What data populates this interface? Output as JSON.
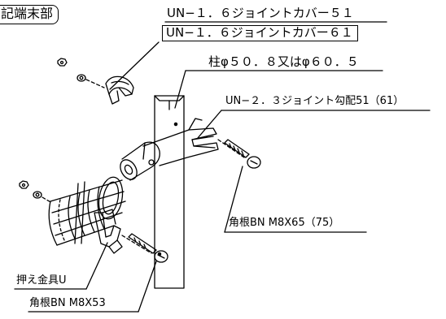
{
  "title": "記端末部",
  "labels": {
    "cover51": "UN−１．６ジョイントカバー５１",
    "cover61": "UN−１．６ジョイントカバー６１",
    "post": "柱φ５０．８又はφ６０．５",
    "joint": "UN−２．３ジョイント勾配51（61）",
    "bolt75": "角根BN M8X65（75）",
    "presser": "押え金具U",
    "bolt53": "角根BN M8X53"
  }
}
